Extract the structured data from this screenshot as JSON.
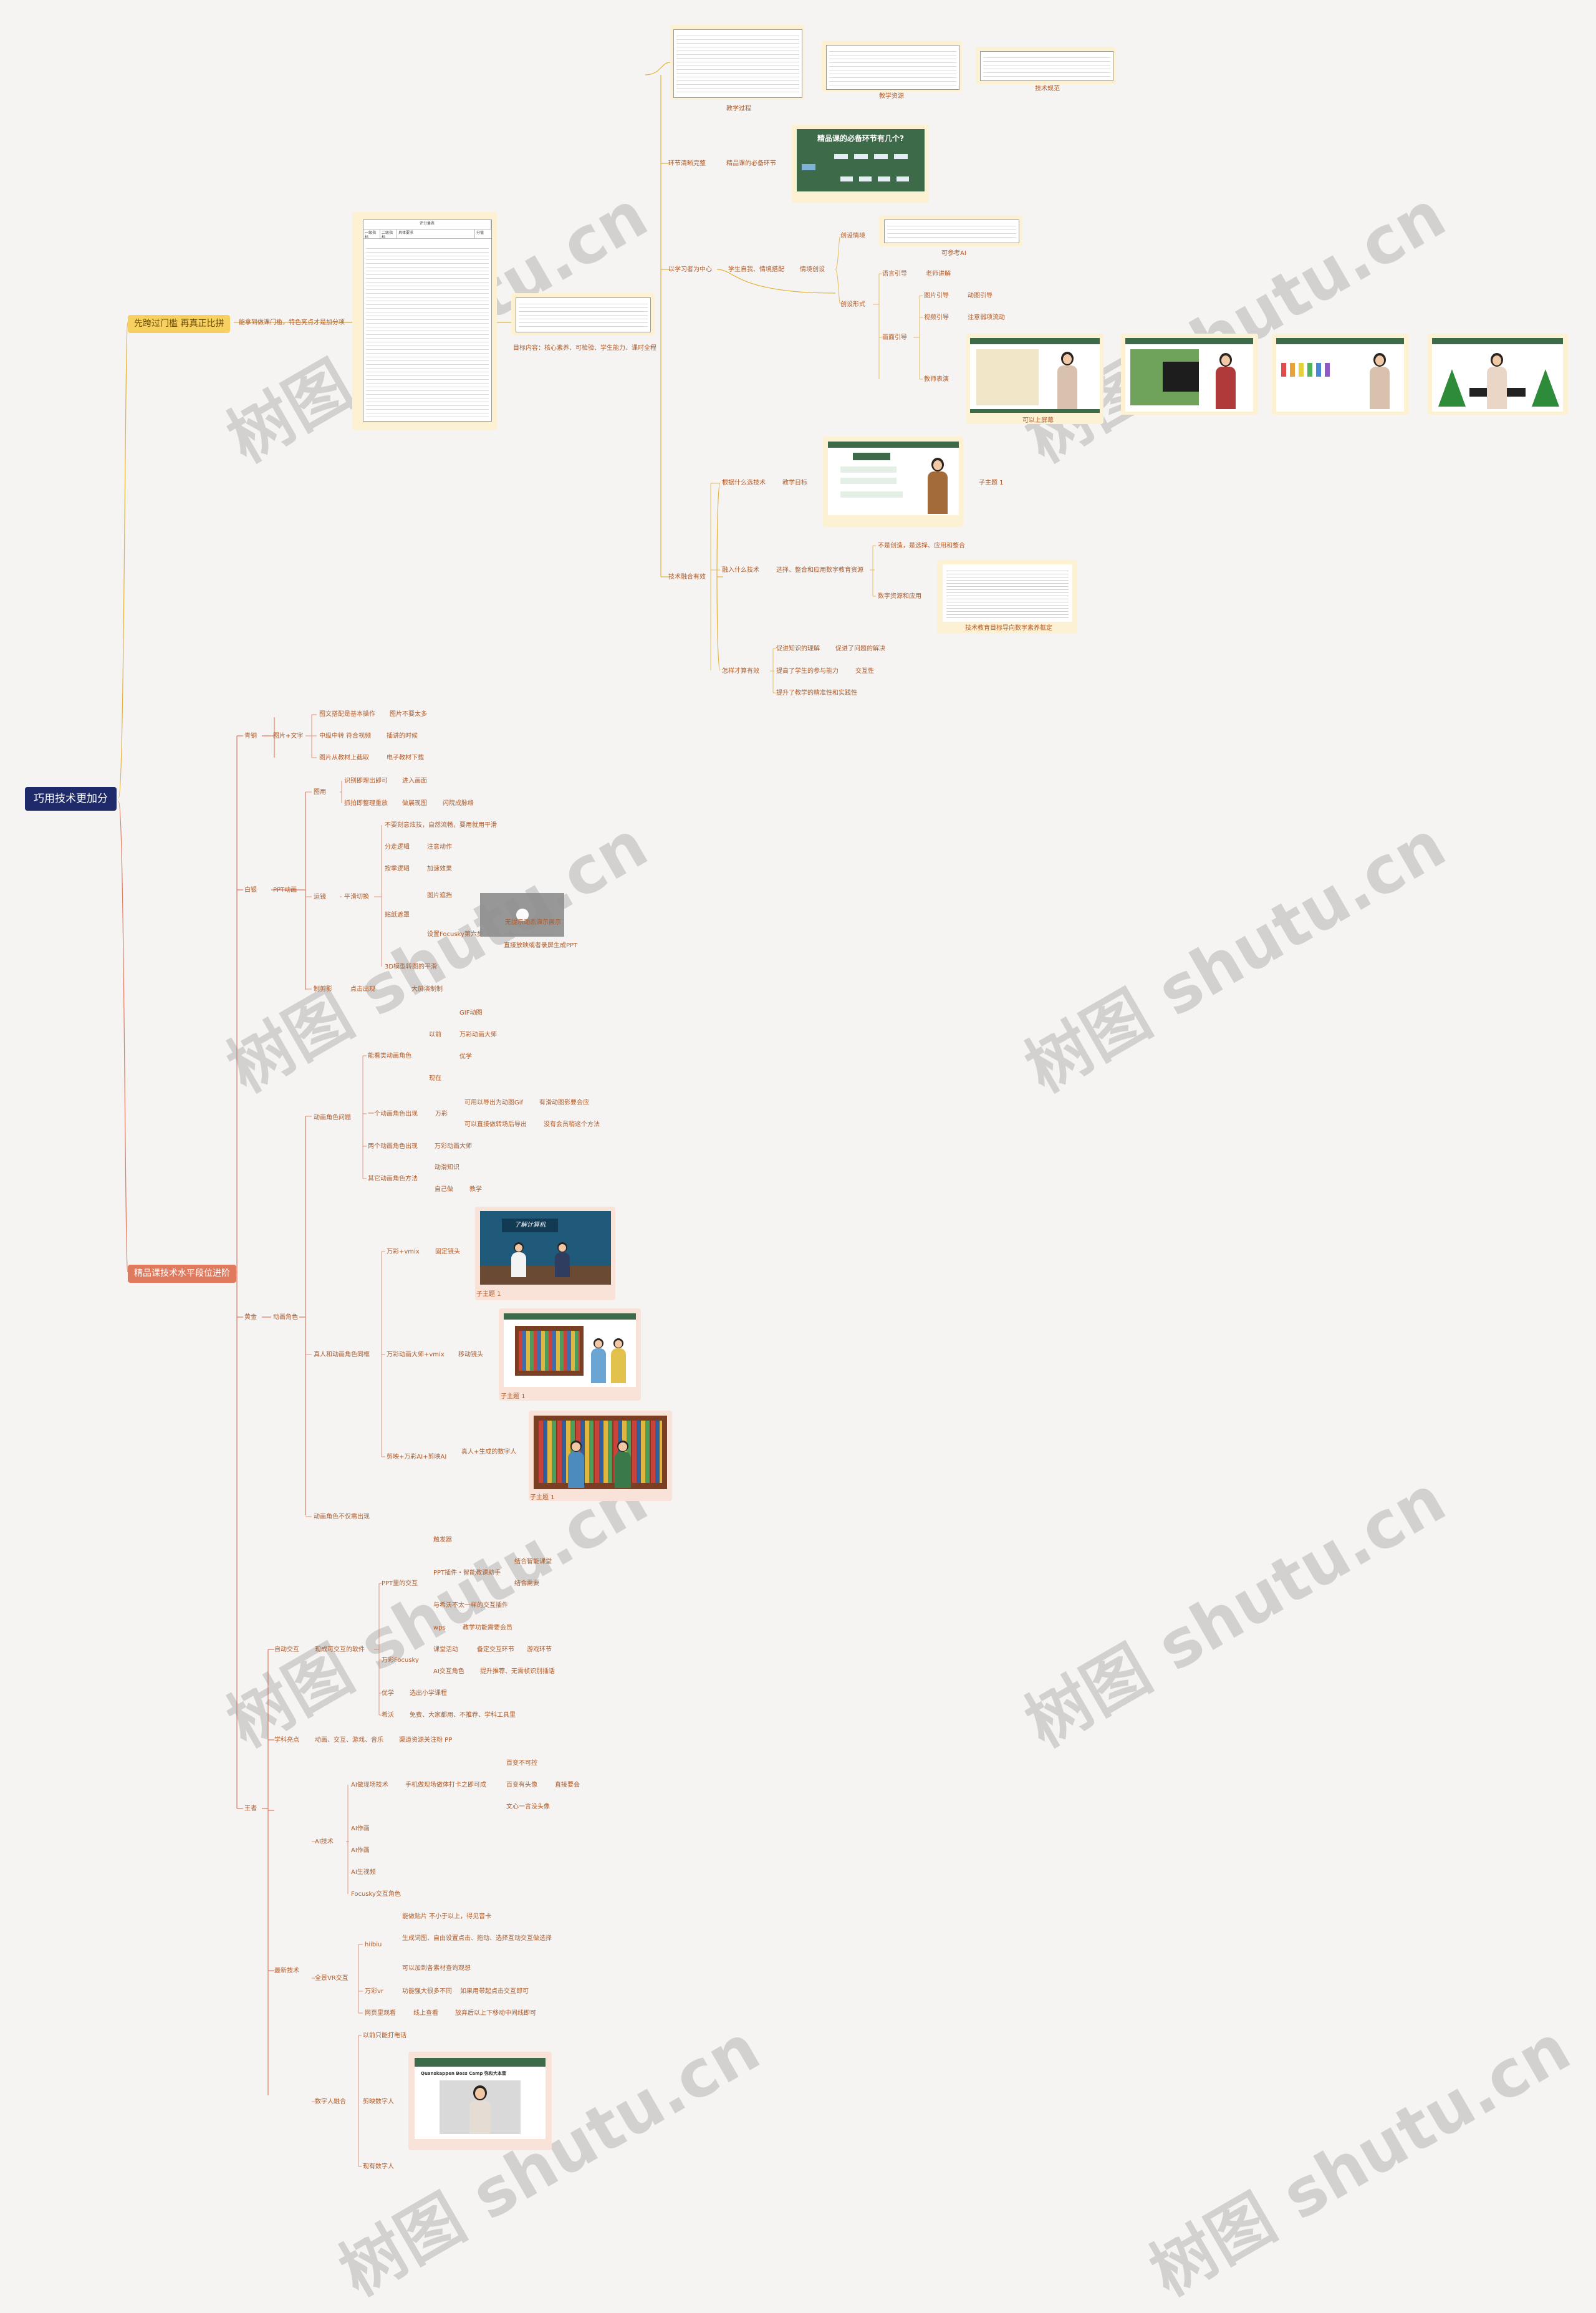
{
  "root": "巧用技术更加分",
  "branches": {
    "b1": "先跨过门槛 再真正比拼",
    "b2": "精品课技术水平段位进阶"
  },
  "branch1": {
    "threshold": "能拿到做课门槛，特色亮点才是加分项",
    "table_title": "评分量表",
    "table_headers": [
      "一级指标",
      "二级指标",
      "具体要求",
      "分值"
    ],
    "small_table_note": "目标内容：核心素养、可检验、学生能力、课时全程",
    "teaching_process": "教学过程",
    "teaching_resources": "教学资源",
    "tech_skills": "技术规范",
    "links_label": "环节清晰完整",
    "links_card": "精品课的必备环节",
    "links_card_title": "精品课的必备环节有几个?",
    "student_center": "以学习者为中心",
    "student_sub": "学生自我、情境搭配",
    "scene_create": "情境创设",
    "scene_item1": "创设情境",
    "scene_item2": "创设形式",
    "ref_ai": "可参考AI",
    "guide_items": [
      "语言引导",
      "图片引导",
      "视频引导",
      "画面引导",
      "教师表演"
    ],
    "guide_subs": [
      "老师讲解",
      "动图引导",
      "注意弱项流动"
    ],
    "screen_caption": "可以上屏幕",
    "tech_fusion": "技术融合有效",
    "why_choose": "根据什么选技术",
    "teach_goal": "教学目标",
    "sub_topic": "子主题 1",
    "what_tech": "融入什么技术",
    "choose_tech": "选择、整合和应用数字教育资源",
    "not_create": "不是创造，是选择、应用和整合",
    "digital_resource": "数字资源和应用",
    "resource_caption": "技术教育目标导向数字素养框定",
    "tech_effect": "怎样才算有效",
    "effects": [
      "促进知识的理解",
      "提高了学生的参与能力",
      "提升了教学的精准性和实践性"
    ],
    "effect_subs": [
      "促进了问题的解决",
      "交互性"
    ]
  },
  "branch2": {
    "bronze": "青铜",
    "bronze_a": "图片+文字",
    "bronze_items": [
      "图文搭配是基本操作",
      "中级中转 符合视频",
      "图片从教材上截取"
    ],
    "bronze_subs": [
      "图片不要太多",
      "插讲的时候",
      "电子教材下载"
    ],
    "silver": "白银",
    "silver_a": "PPT动画",
    "silver_items": [
      "图用",
      "运镜",
      "制剪影"
    ],
    "img_items": [
      "识别即理出即可",
      "抓拍即整理重放"
    ],
    "img_subs": [
      "进入画面",
      "做展现图",
      "闪院成脉络"
    ],
    "mirror_items": [
      "不要刻意炫技，自然流畅，要用就用平滑",
      "分走逻辑",
      "按季逻辑",
      "平滑切换"
    ],
    "mirror_subs": [
      "注意动作",
      "加速效果"
    ],
    "fuse_items": [
      "贴纸遮罩",
      "3D模型转图的平滑",
      "点击出现"
    ],
    "fuse_subs": [
      "图片遮挡",
      "设置Focusky第六步",
      "无提示动态演示展示",
      "直接放映或者录屏生成PPT",
      "大屏演制制"
    ],
    "bronze_label": "黄金",
    "animate": "动画角色",
    "hand_draw": "动画角色问题",
    "hand_items": [
      "能看类动画角色",
      "一个动画角色出现",
      "两个动画角色出现",
      "其它动画角色方法"
    ],
    "hand_subs": [
      "以前",
      "GIF动图",
      "万彩动画大师",
      "优学",
      "现在",
      "万彩",
      "可用以导出为动图Gif",
      "可以直接做转场后导出",
      "万彩动画大师",
      "动滑知识",
      "自己做",
      "教学"
    ],
    "hand_subsubs": [
      "有滑动图影要会应",
      "没有会员稍这个方法"
    ],
    "real_person": "真人和动画角色同框",
    "real_items": [
      "万彩+vmix",
      "万彩动画大师+vmix",
      "剪映+万彩AI+剪映AI"
    ],
    "real_subs": [
      "固定镜头",
      "移动镜头",
      "真人+生成的数字人"
    ],
    "sub_topic": "子主题 1",
    "clear_shot": "动画角色不仅需出现",
    "video_title": "了解计算机",
    "king": "王者",
    "interact": "自动交互",
    "interact_sub": "现成可交互的软件",
    "interact_items": [
      "PPT里的交互",
      "万彩Focusky",
      "优学",
      "希沃"
    ],
    "ppt_items": [
      "触发器",
      "PPT插件・智能教课助手",
      "与希沃不太一样的交互插件",
      "wps"
    ],
    "ppt_subs": [
      "结合智能课堂",
      "结合需要",
      "教学功能需要会员"
    ],
    "focus_items": [
      "课堂活动",
      "AI交互角色"
    ],
    "focus_subs": [
      "备定交互环节",
      "游戏环节",
      "提升推荐、无需帧识别插话"
    ],
    "youxue_sub": "选出小学课程",
    "seewo_sub": "免费、大家都用、不推荐、学科工具里",
    "subject": "学科亮点",
    "subject_sub": "动画、交互、游戏、音乐",
    "subject_end": "渠道资源关注粉  PP",
    "latest": "最新技术",
    "ai_tech": "AI技术",
    "ai_items": [
      "AI做现场技术",
      "AI作画",
      "AI作画",
      "AI生视频",
      "Focusky交互角色"
    ],
    "ai_subs": [
      "手机做现场做体打卡之即可成",
      "百变不可控",
      "百变有头像",
      "文心一言没头像",
      "直接要会"
    ],
    "vr": "全景VR交互",
    "vr_items": [
      "hiibiu",
      "万彩vr",
      "网页里观看"
    ],
    "vr_subs": [
      "能做贴片  不小于以上，得见音卡",
      "生成词图、自由设置点击、拖动、选择互动交互做选择",
      "可以加到各素材查询观想",
      "功能强大很多不同",
      "如果用带起点击交互即可",
      "线上查看",
      "放弃后以上下移动中间线即可"
    ],
    "digital_human": "数字人融合",
    "dh_items": [
      "以前只能打电话",
      "剪映数字人",
      "现有数字人"
    ],
    "slide_title": "Quanskappen Boss Camp 弥和大本营"
  }
}
